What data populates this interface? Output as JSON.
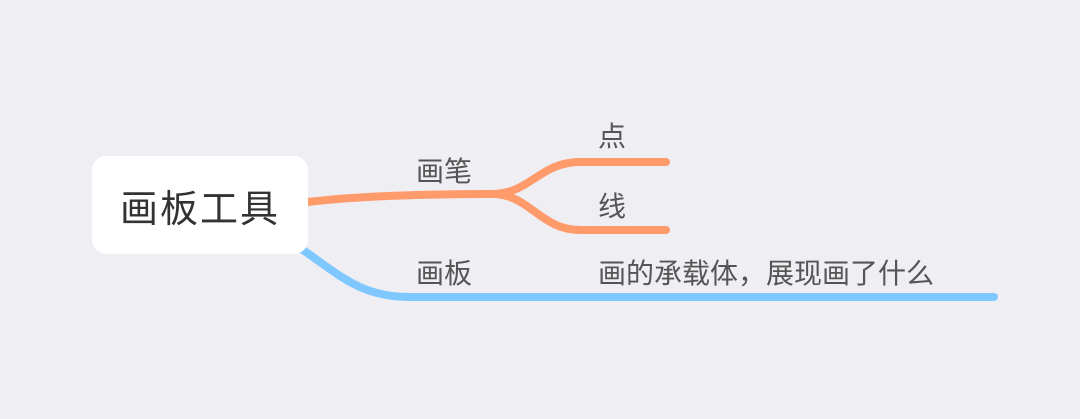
{
  "root": {
    "label": "画板工具"
  },
  "branches": [
    {
      "label": "画笔",
      "color": "#ff9a6a",
      "children": [
        {
          "label": "点"
        },
        {
          "label": "线"
        }
      ]
    },
    {
      "label": "画板",
      "color": "#7fc7ff",
      "children": [
        {
          "label": "画的承载体，展现画了什么"
        }
      ]
    }
  ]
}
